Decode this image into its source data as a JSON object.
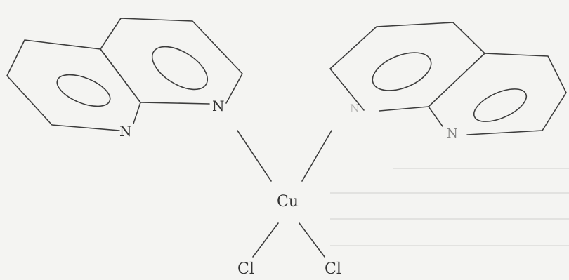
{
  "atoms": {
    "n_left_outer": "N",
    "n_left_inner": "N",
    "n_right_inner": "N",
    "n_right_outer": "N",
    "metal": "Cu",
    "cl_left": "Cl",
    "cl_right": "Cl"
  },
  "colors": {
    "ink": "#3c3c3c",
    "paper": "#f4f4f2"
  }
}
